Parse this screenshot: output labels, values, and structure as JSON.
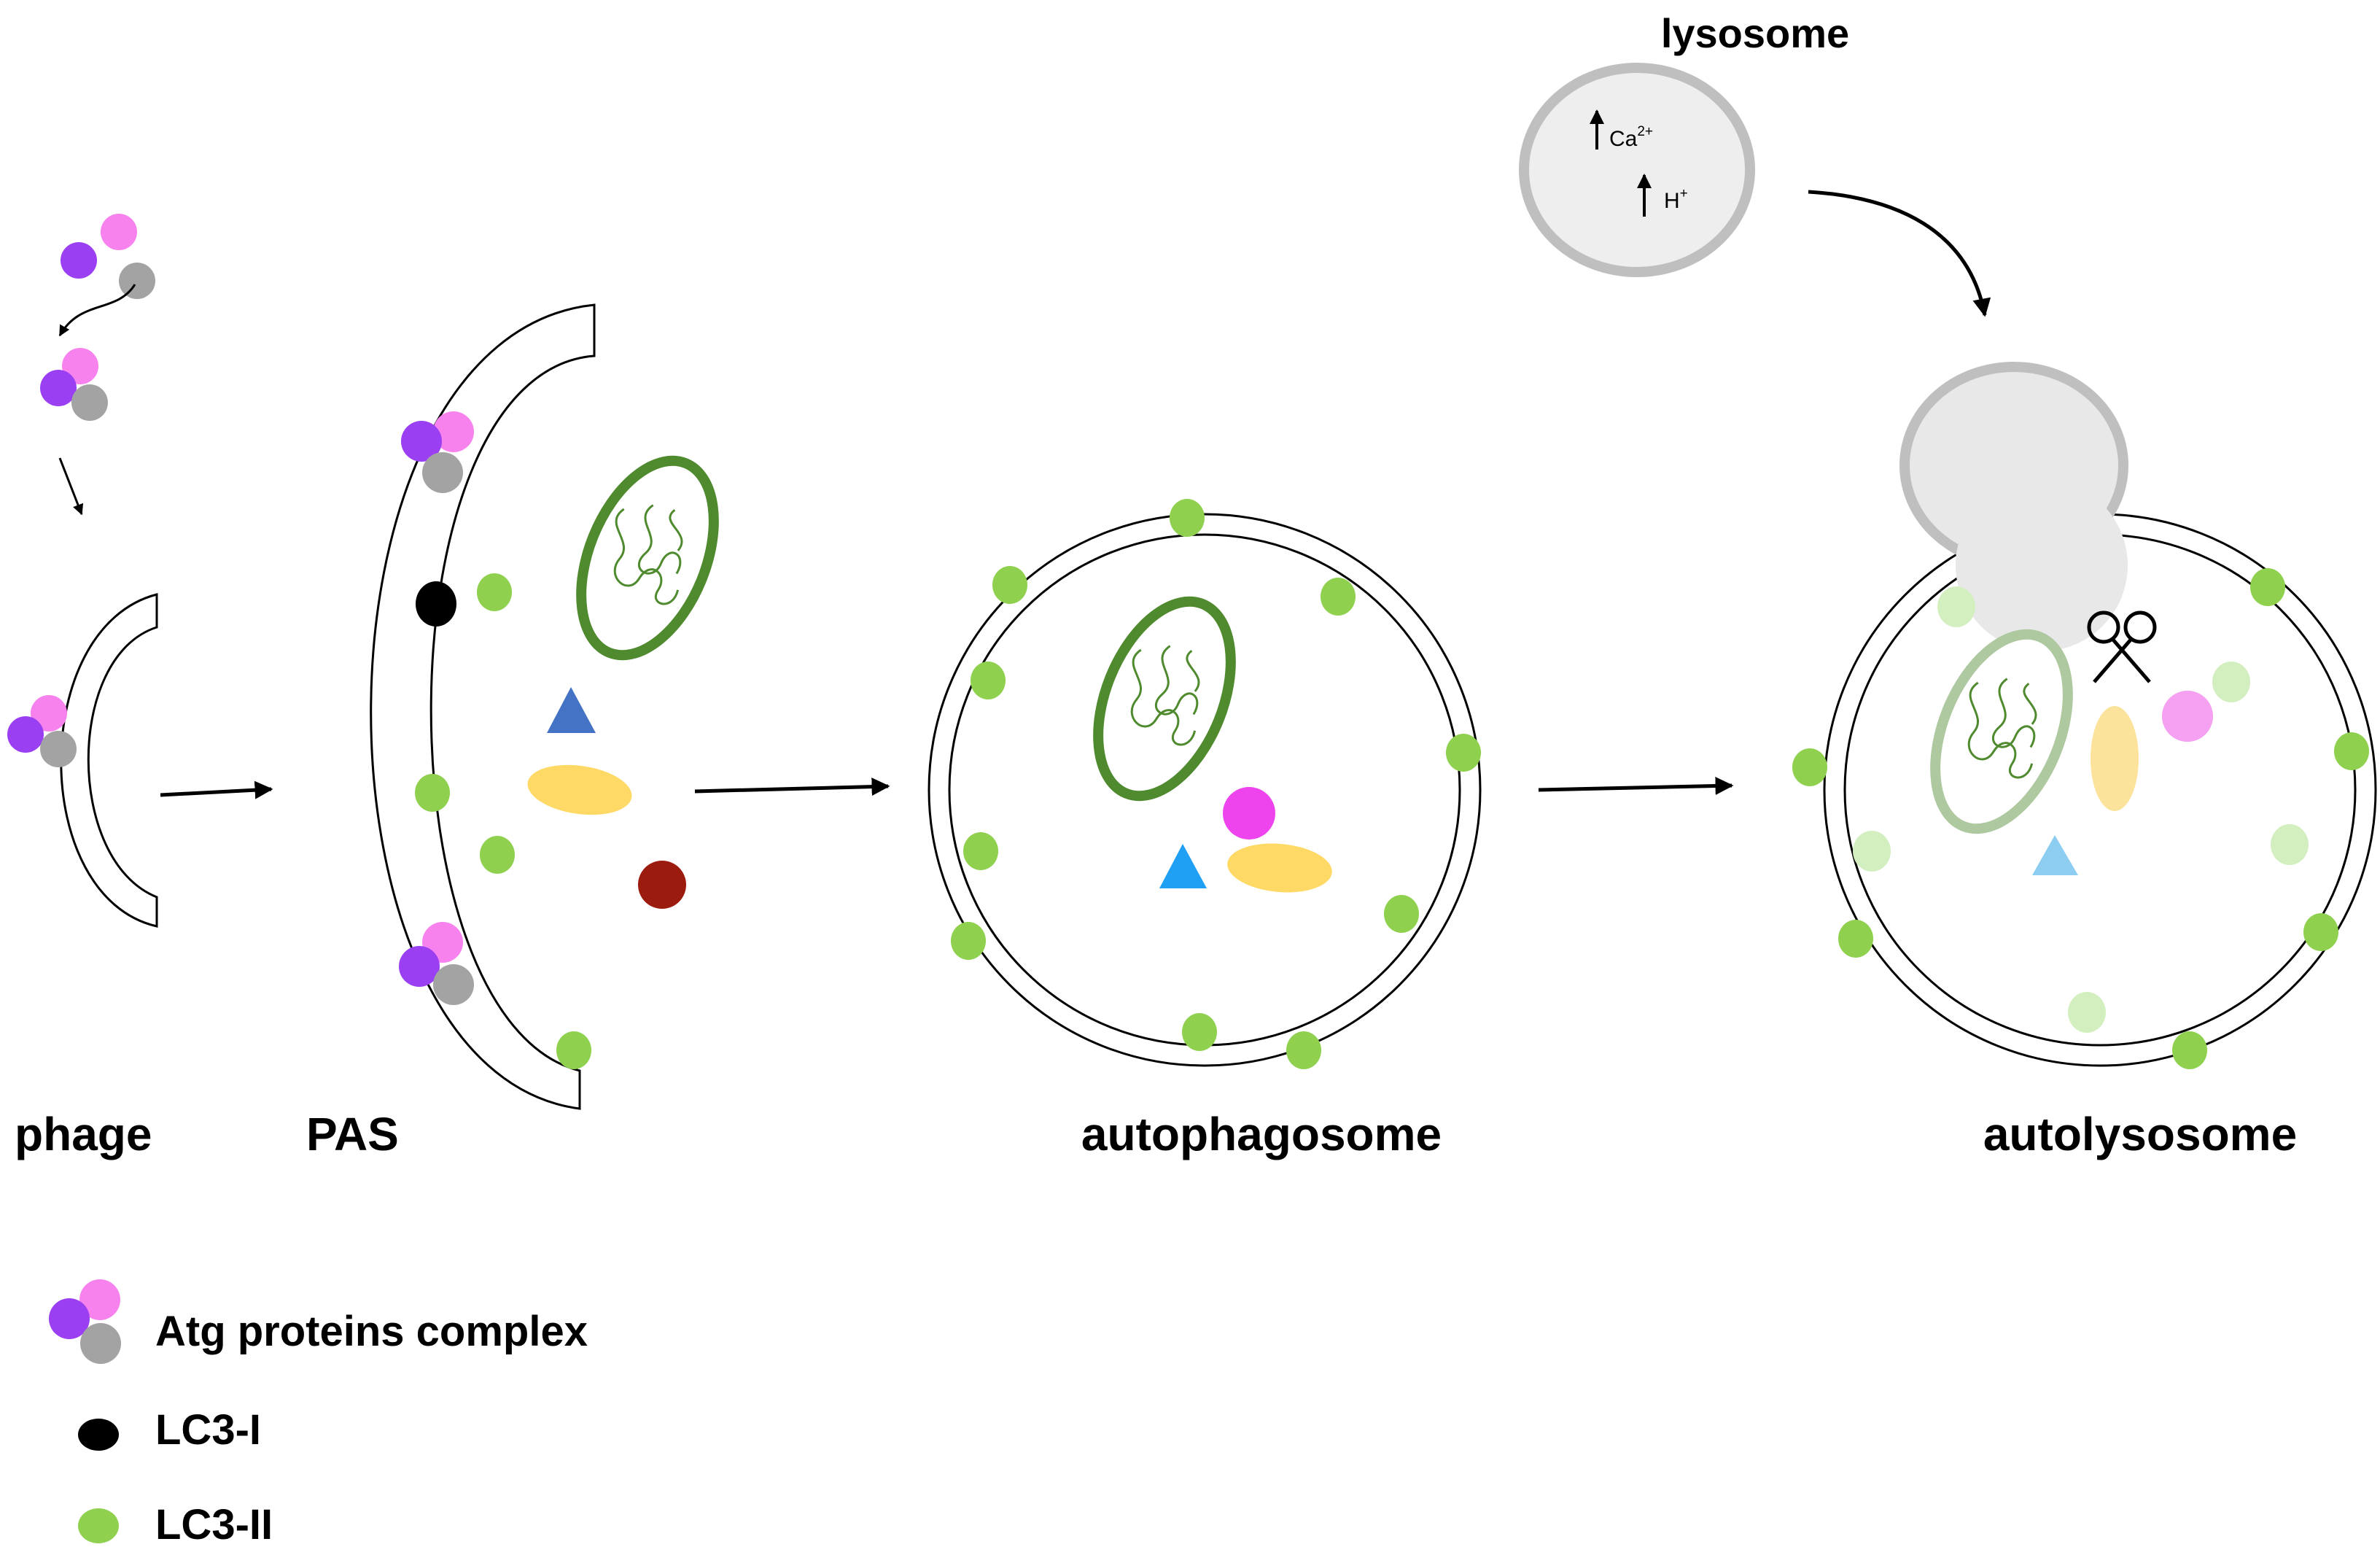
{
  "stages": {
    "phage": "phage",
    "pas": "PAS",
    "autophagosome": "autophagosome",
    "autolysosome": "autolysosome"
  },
  "lysosome": {
    "label": "lysosome",
    "ion1_base": "Ca",
    "ion1_sup": "2+",
    "ion2_base": "H",
    "ion2_sup": "+"
  },
  "legend": {
    "atg": "Atg proteins complex",
    "lc3_i": "LC3-I",
    "lc3_ii": "LC3-II"
  },
  "colors": {
    "atg_purple": "#9b3ff2",
    "atg_pink": "#f782ee",
    "atg_gray": "#a3a3a3",
    "lc3_i": "#000000",
    "lc3_ii": "#8fd14f",
    "lc3_ii_faded": "#d3efbf",
    "mito_dark": "#4f8a2e",
    "mito_faded": "#aec8a0",
    "organelle_yellow": "#ffd966",
    "organelle_yellow_faded": "#fbe39b",
    "triangle_darkblue": "#4472c4",
    "triangle_blue": "#1fa0f5",
    "triangle_faded": "#8ecdf2",
    "magenta": "#ee44ee",
    "magenta_faded": "#f5a0f0",
    "dark_red": "#9b1b0f",
    "lysosome_gray": "#bfbfbf",
    "lysosome_fill": "#eeeeee"
  },
  "icons": [
    "scissors-icon",
    "arrow-icon",
    "mitochondrion-icon"
  ]
}
